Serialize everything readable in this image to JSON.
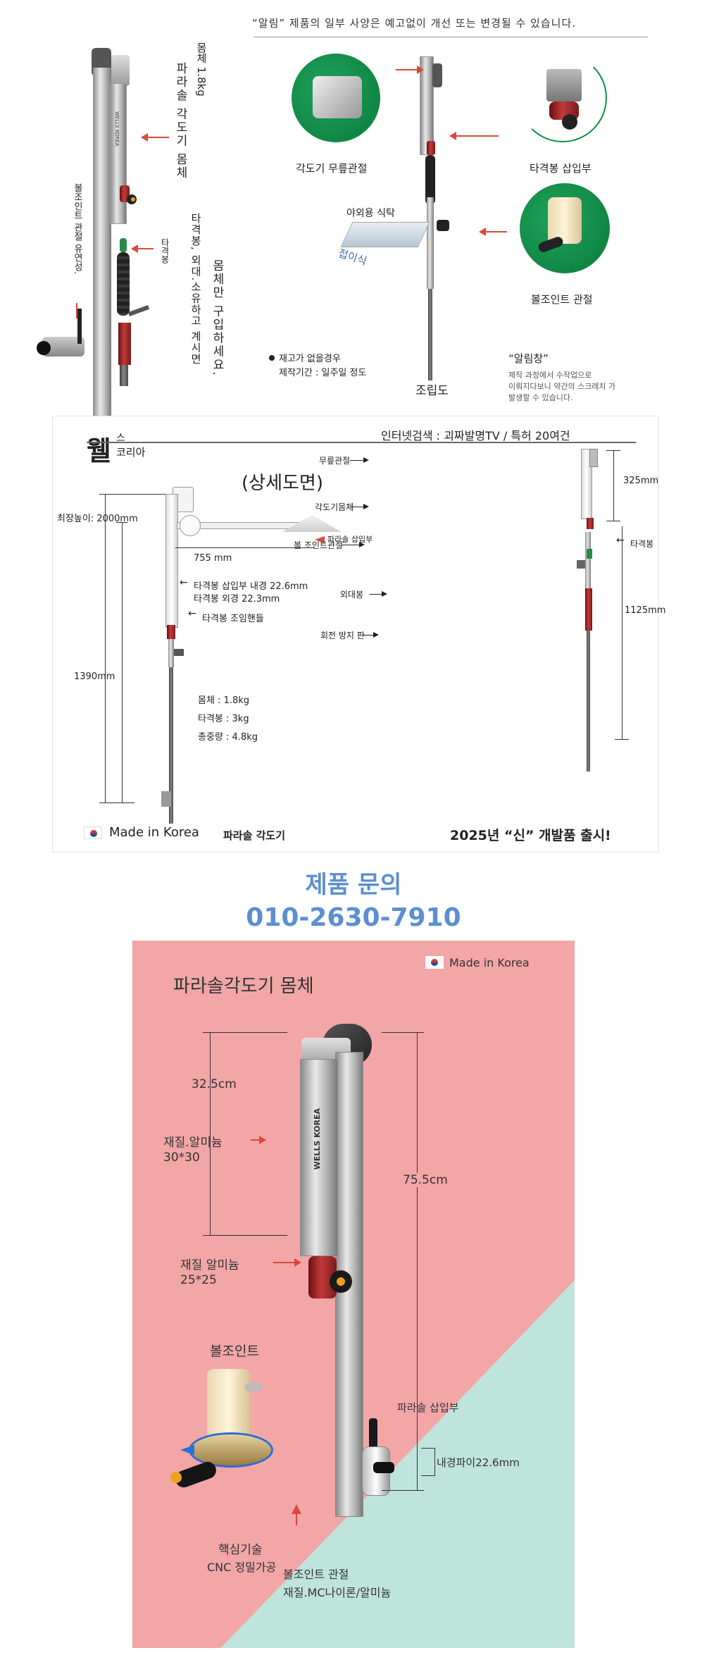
{
  "section1": {
    "notice": "“알림” 제품의 일부 사양은 예고없이 개선 또는 변경될 수 있습니다.",
    "weight_label": "몸체 1.8kg",
    "body_label": "파라솔 각도기 몸체",
    "ball_joint_note": "볼조인트 관절 유연성.",
    "rod_label": "타격봉",
    "rod_note": "타격봉, 외대.소유하고 계시면",
    "body_only": "몸체만 구입하세요.",
    "circle_labels": [
      "각도기 무릎관절",
      "타격봉 삽입부",
      "볼조인트 관절"
    ],
    "table_label": "야외용 식탁",
    "folding_label": "접이식",
    "stock_note": "재고가 없을경우",
    "production": "제작기간 : 일주일 정도",
    "assembly": "조립도",
    "alert_title": "“알림창”",
    "alert_lines": [
      "제작 과정에서 수작업으로",
      "이뤄지다보니 약간의 스크레치 가",
      "발생할 수 있습니다."
    ]
  },
  "section2": {
    "brand": "웰",
    "brand_sup": "스",
    "brand_sub": "코리아",
    "search": "인터넷검색 : 괴짜발명TV / 특허 20여건",
    "title": "(상세도면)",
    "max_height": "최장높이: 2000mm",
    "parasol_insert": "파라솔 삽입부",
    "arm_len": "755 mm",
    "rod_inner": "타격봉 삽입부 내경 22.6mm",
    "rod_outer": "타격봉 외경 22.3mm",
    "rod_handle": "타격봉 조임핸들",
    "height_1390": "1390mm",
    "w_body": "몸체 : 1.8kg",
    "w_rod": "타격봉 : 3kg",
    "w_total": "총중량 : 4.8kg",
    "made_in": "Made in Korea",
    "product_name": "파라솔 각도기",
    "release": "2025년 “신” 개발품 출시!",
    "r_knee": "무릎관절",
    "r_325": "325mm",
    "r_body": "각도기몸체",
    "r_ball": "볼 조인트관절",
    "r_rod": "타격봉",
    "r_outer": "외대봉",
    "r_1125": "1125mm",
    "r_anti": "회전 방지 판"
  },
  "contact": {
    "title": "제품 문의",
    "phone": "010-2630-7910"
  },
  "section3": {
    "title": "파라솔각도기 몸체",
    "made_in": "Made in Korea",
    "d_325": "32.5cm",
    "mat1a": "재질.알미늄",
    "mat1b": "30*30",
    "d_755": "75.5cm",
    "mat2a": "재질 알미늄",
    "mat2b": "25*25",
    "ball_title": "볼조인트",
    "core1": "핵심기술",
    "core2": "CNC 정밀가공",
    "parasol_in": "파라솔 삽입부",
    "inner_d": "내경파이22.6mm",
    "joint1": "볼조인트 관절",
    "joint2": "재질.MC나이론/알미늄",
    "brand_print": "WELLS KOREA"
  },
  "colors": {
    "accent_red": "#d84a3a",
    "contact_blue": "#5b8fd0",
    "pink_bg": "#f2a6a6",
    "mint_bg": "#bfe4db",
    "green_circle": "#0f8c48"
  }
}
